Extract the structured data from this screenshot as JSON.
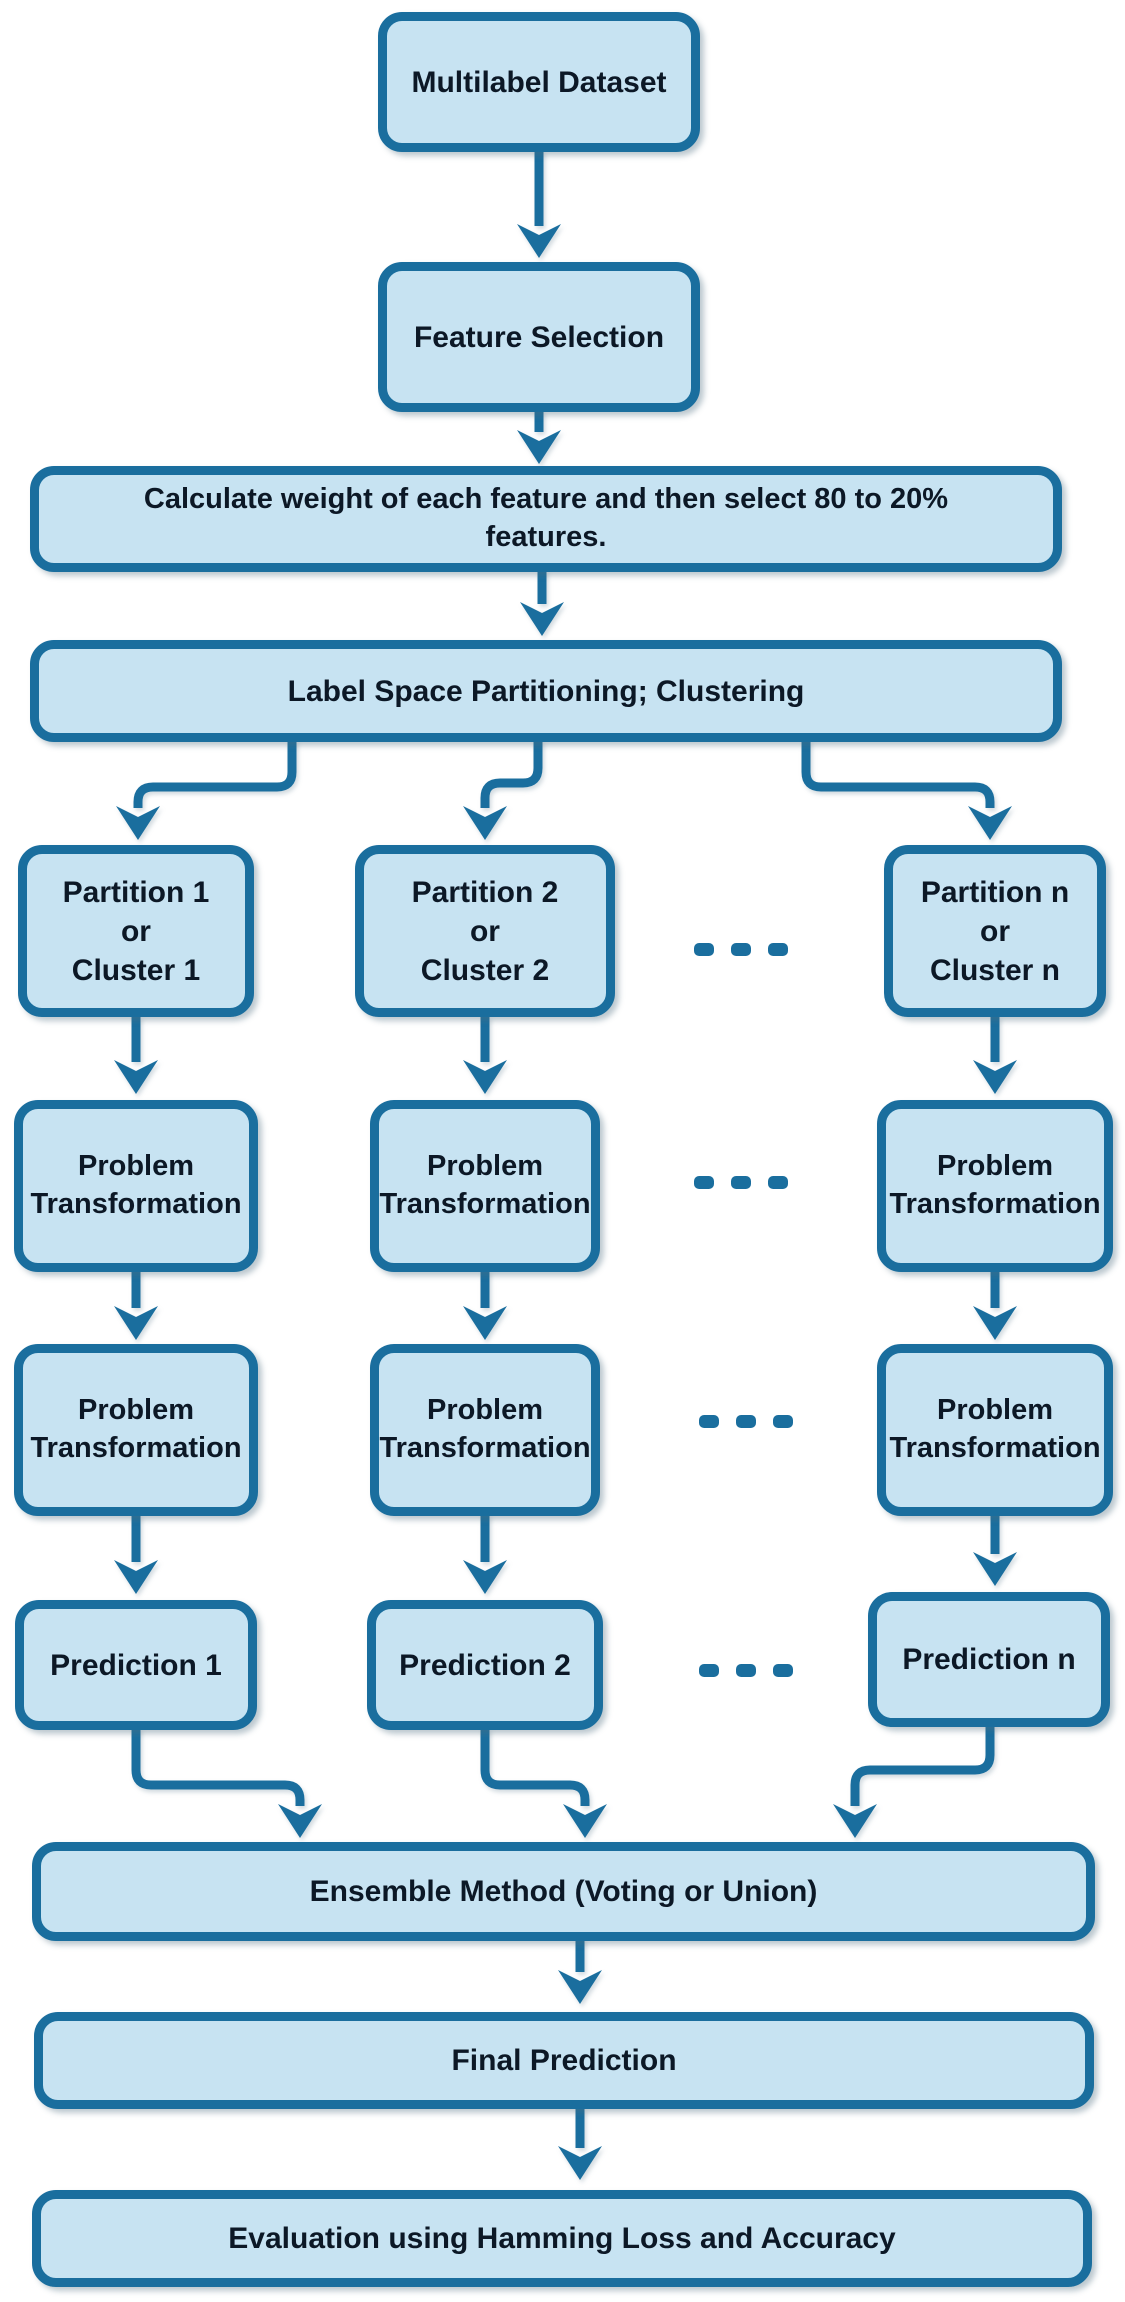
{
  "colors": {
    "accent": "#1a6e9e",
    "node_fill": "#c7e3f2",
    "text": "#0c1826",
    "background": "#ffffff"
  },
  "diagram": {
    "type": "flowchart",
    "ellipsis_dots": "· · ·",
    "nodes": {
      "multilabel_dataset": {
        "label": "Multilabel Dataset"
      },
      "feature_selection": {
        "label": "Feature Selection"
      },
      "calculate_weight": {
        "label": "Calculate weight of each feature and then select 80 to 20%\nfeatures."
      },
      "label_space_partitioning": {
        "label": "Label Space Partitioning; Clustering"
      },
      "partition_1": {
        "label": "Partition 1\nor\nCluster 1"
      },
      "partition_2": {
        "label": "Partition 2\nor\nCluster 2"
      },
      "partition_n": {
        "label": "Partition n\nor\nCluster n"
      },
      "problem_transformation_1a": {
        "label": "Problem\nTransformation"
      },
      "problem_transformation_2a": {
        "label": "Problem\nTransformation"
      },
      "problem_transformation_na": {
        "label": "Problem\nTransformation"
      },
      "problem_transformation_1b": {
        "label": "Problem\nTransformation"
      },
      "problem_transformation_2b": {
        "label": "Problem\nTransformation"
      },
      "problem_transformation_nb": {
        "label": "Problem\nTransformation"
      },
      "prediction_1": {
        "label": "Prediction 1"
      },
      "prediction_2": {
        "label": "Prediction 2"
      },
      "prediction_n": {
        "label": "Prediction n"
      },
      "ensemble_method": {
        "label": "Ensemble Method (Voting or Union)"
      },
      "final_prediction": {
        "label": "Final Prediction"
      },
      "evaluation": {
        "label": "Evaluation using Hamming Loss and Accuracy"
      }
    }
  }
}
